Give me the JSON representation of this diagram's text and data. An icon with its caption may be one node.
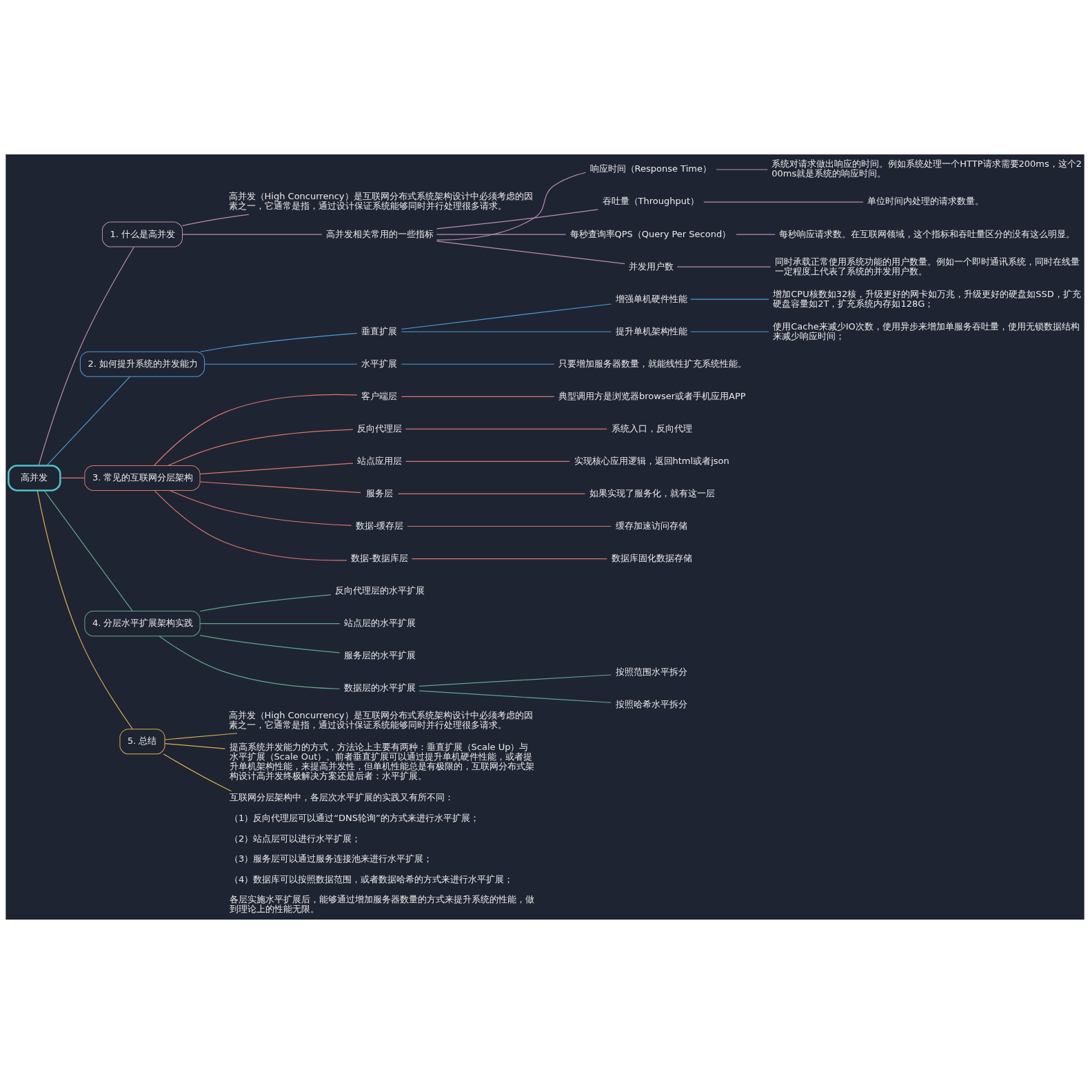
{
  "diagram": {
    "nodes": [
      {
        "text": [
          "高并发"
        ]
      },
      {
        "text": [
          "1. 什么是高并发"
        ]
      },
      {
        "text": [
          "高并发（High Concurrency）是互联网分布式系统架构设计中必须考虑的因素之一，它通常是指，通过设计保证系统能够同时并行处理很多请求。"
        ]
      },
      {
        "text": [
          "高并发相关常用的一些指标"
        ]
      },
      {
        "text": [
          "响应时间（Response Time）"
        ]
      },
      {
        "text": [
          "系统对请求做出响应的时间。例如系统处理一个HTTP请求需要200ms，这个200ms就是系统的响应时间。"
        ]
      },
      {
        "text": [
          "吞吐量（Throughput）"
        ]
      },
      {
        "text": [
          "单位时间内处理的请求数量。"
        ]
      },
      {
        "text": [
          "每秒查询率QPS（Query Per Second）"
        ]
      },
      {
        "text": [
          "每秒响应请求数。在互联网领域，这个指标和吞吐量区分的没有这么明显。"
        ]
      },
      {
        "text": [
          "并发用户数"
        ]
      },
      {
        "text": [
          "同时承载正常使用系统功能的用户数量。例如一个即时通讯系统，同时在线量一定程度上代表了系统的并发用户数。"
        ]
      },
      {
        "text": [
          "2. 如何提升系统的并发能力"
        ]
      },
      {
        "text": [
          "垂直扩展"
        ]
      },
      {
        "text": [
          "增强单机硬件性能"
        ]
      },
      {
        "text": [
          "增加CPU核数如32核，升级更好的网卡如万兆，升级更好的硬盘如SSD，扩充硬盘容量如2T，扩充系统内存如128G；"
        ]
      },
      {
        "text": [
          "提升单机架构性能"
        ]
      },
      {
        "text": [
          "使用Cache来减少IO次数，使用异步来增加单服务吞吐量，使用无锁数据结构来减少响应时间；"
        ]
      },
      {
        "text": [
          "水平扩展"
        ]
      },
      {
        "text": [
          "只要增加服务器数量，就能线性扩充系统性能。"
        ]
      },
      {
        "text": [
          "3. 常见的互联网分层架构"
        ]
      },
      {
        "text": [
          "客户端层"
        ]
      },
      {
        "text": [
          "典型调用方是浏览器browser或者手机应用APP"
        ]
      },
      {
        "text": [
          "反向代理层"
        ]
      },
      {
        "text": [
          "系统入口，反向代理"
        ]
      },
      {
        "text": [
          "站点应用层"
        ]
      },
      {
        "text": [
          "实现核心应用逻辑，返回html或者json"
        ]
      },
      {
        "text": [
          "服务层"
        ]
      },
      {
        "text": [
          "如果实现了服务化，就有这一层"
        ]
      },
      {
        "text": [
          "数据-缓存层"
        ]
      },
      {
        "text": [
          "缓存加速访问存储"
        ]
      },
      {
        "text": [
          "数据-数据库层"
        ]
      },
      {
        "text": [
          "数据库固化数据存储"
        ]
      },
      {
        "text": [
          "4. 分层水平扩展架构实践"
        ]
      },
      {
        "text": [
          "反向代理层的水平扩展"
        ]
      },
      {
        "text": [
          "站点层的水平扩展"
        ]
      },
      {
        "text": [
          "服务层的水平扩展"
        ]
      },
      {
        "text": [
          "数据层的水平扩展"
        ]
      },
      {
        "text": [
          "按照范围水平拆分"
        ]
      },
      {
        "text": [
          "按照哈希水平拆分"
        ]
      },
      {
        "text": [
          "5. 总结"
        ]
      },
      {
        "text": [
          "高并发（High Concurrency）是互联网分布式系统架构设计中必须考虑的因素之一，它通常是指，通过设计保证系统能够同时并行处理很多请求。"
        ]
      },
      {
        "text": [
          "提高系统并发能力的方式，方法论上主要有两种：垂直扩展（Scale Up）与水平扩展（Scale Out）。前者垂直扩展可以通过提升单机硬件性能，或者提升单机架构性能，来提高并发性，但单机性能总是有极限的，互联网分布式架构设计高并发终极解决方案还是后者：水平扩展。"
        ]
      },
      {
        "text": [
          "互联网分层架构中，各层次水平扩展的实践又有所不同：",
          "（1）反向代理层可以通过“DNS轮询”的方式来进行水平扩展；",
          "（2）站点层可以进行水平扩展；",
          "（3）服务层可以通过服务连接池来进行水平扩展；",
          "（4）数据库可以按照数据范围，或者数据哈希的方式来进行水平扩展；",
          "各层实施水平扩展后，能够通过增加服务器数量的方式来提升系统的性能，做到理论上的性能无限。"
        ]
      }
    ],
    "edges": [
      {
        "from": 0,
        "to": 1,
        "arrow": "none",
        "color": "#b98fb4"
      },
      {
        "from": 1,
        "to": 2,
        "arrow": "none",
        "color": "#b98fb4"
      },
      {
        "from": 1,
        "to": 3,
        "arrow": "none",
        "color": "#b98fb4"
      },
      {
        "from": 3,
        "to": 4,
        "arrow": "none",
        "color": "#b98fb4"
      },
      {
        "from": 4,
        "to": 5,
        "arrow": "none",
        "color": "#b98fb4"
      },
      {
        "from": 3,
        "to": 6,
        "arrow": "none",
        "color": "#b98fb4"
      },
      {
        "from": 6,
        "to": 7,
        "arrow": "none",
        "color": "#b98fb4"
      },
      {
        "from": 3,
        "to": 8,
        "arrow": "none",
        "color": "#b98fb4"
      },
      {
        "from": 8,
        "to": 9,
        "arrow": "none",
        "color": "#b98fb4"
      },
      {
        "from": 3,
        "to": 10,
        "arrow": "none",
        "color": "#b98fb4"
      },
      {
        "from": 10,
        "to": 11,
        "arrow": "none",
        "color": "#b98fb4"
      },
      {
        "from": 0,
        "to": 12,
        "arrow": "none",
        "color": "#4a9fd8"
      },
      {
        "from": 12,
        "to": 13,
        "arrow": "none",
        "color": "#4a9fd8"
      },
      {
        "from": 13,
        "to": 14,
        "arrow": "none",
        "color": "#4a9fd8"
      },
      {
        "from": 14,
        "to": 15,
        "arrow": "none",
        "color": "#4a9fd8"
      },
      {
        "from": 13,
        "to": 16,
        "arrow": "none",
        "color": "#4a9fd8"
      },
      {
        "from": 16,
        "to": 17,
        "arrow": "none",
        "color": "#4a9fd8"
      },
      {
        "from": 12,
        "to": 18,
        "arrow": "none",
        "color": "#4a9fd8"
      },
      {
        "from": 18,
        "to": 19,
        "arrow": "none",
        "color": "#4a9fd8"
      },
      {
        "from": 0,
        "to": 20,
        "arrow": "none",
        "color": "#d9786a"
      },
      {
        "from": 20,
        "to": 21,
        "arrow": "none",
        "color": "#d9786a"
      },
      {
        "from": 21,
        "to": 22,
        "arrow": "none",
        "color": "#d9786a"
      },
      {
        "from": 20,
        "to": 23,
        "arrow": "none",
        "color": "#d9786a"
      },
      {
        "from": 23,
        "to": 24,
        "arrow": "none",
        "color": "#d9786a"
      },
      {
        "from": 20,
        "to": 25,
        "arrow": "none",
        "color": "#d9786a"
      },
      {
        "from": 25,
        "to": 26,
        "arrow": "none",
        "color": "#d9786a"
      },
      {
        "from": 20,
        "to": 27,
        "arrow": "none",
        "color": "#d9786a"
      },
      {
        "from": 27,
        "to": 28,
        "arrow": "none",
        "color": "#d9786a"
      },
      {
        "from": 20,
        "to": 29,
        "arrow": "none",
        "color": "#d9786a"
      },
      {
        "from": 29,
        "to": 30,
        "arrow": "none",
        "color": "#d9786a"
      },
      {
        "from": 20,
        "to": 31,
        "arrow": "none",
        "color": "#d9786a"
      },
      {
        "from": 31,
        "to": 32,
        "arrow": "none",
        "color": "#d9786a"
      },
      {
        "from": 0,
        "to": 33,
        "arrow": "none",
        "color": "#5fa88a"
      },
      {
        "from": 33,
        "to": 34,
        "arrow": "none",
        "color": "#5fa88a"
      },
      {
        "from": 33,
        "to": 35,
        "arrow": "none",
        "color": "#5fa88a"
      },
      {
        "from": 33,
        "to": 36,
        "arrow": "none",
        "color": "#5fa88a"
      },
      {
        "from": 33,
        "to": 37,
        "arrow": "none",
        "color": "#5fa88a"
      },
      {
        "from": 37,
        "to": 38,
        "arrow": "none",
        "color": "#5fa88a"
      },
      {
        "from": 37,
        "to": 39,
        "arrow": "none",
        "color": "#5fa88a"
      },
      {
        "from": 0,
        "to": 40,
        "arrow": "none",
        "color": "#d8b24a"
      },
      {
        "from": 40,
        "to": 41,
        "arrow": "none",
        "color": "#d8b24a"
      },
      {
        "from": 40,
        "to": 42,
        "arrow": "none",
        "color": "#d8b24a"
      },
      {
        "from": 40,
        "to": 43,
        "arrow": "none",
        "color": "#d8b24a"
      }
    ]
  }
}
